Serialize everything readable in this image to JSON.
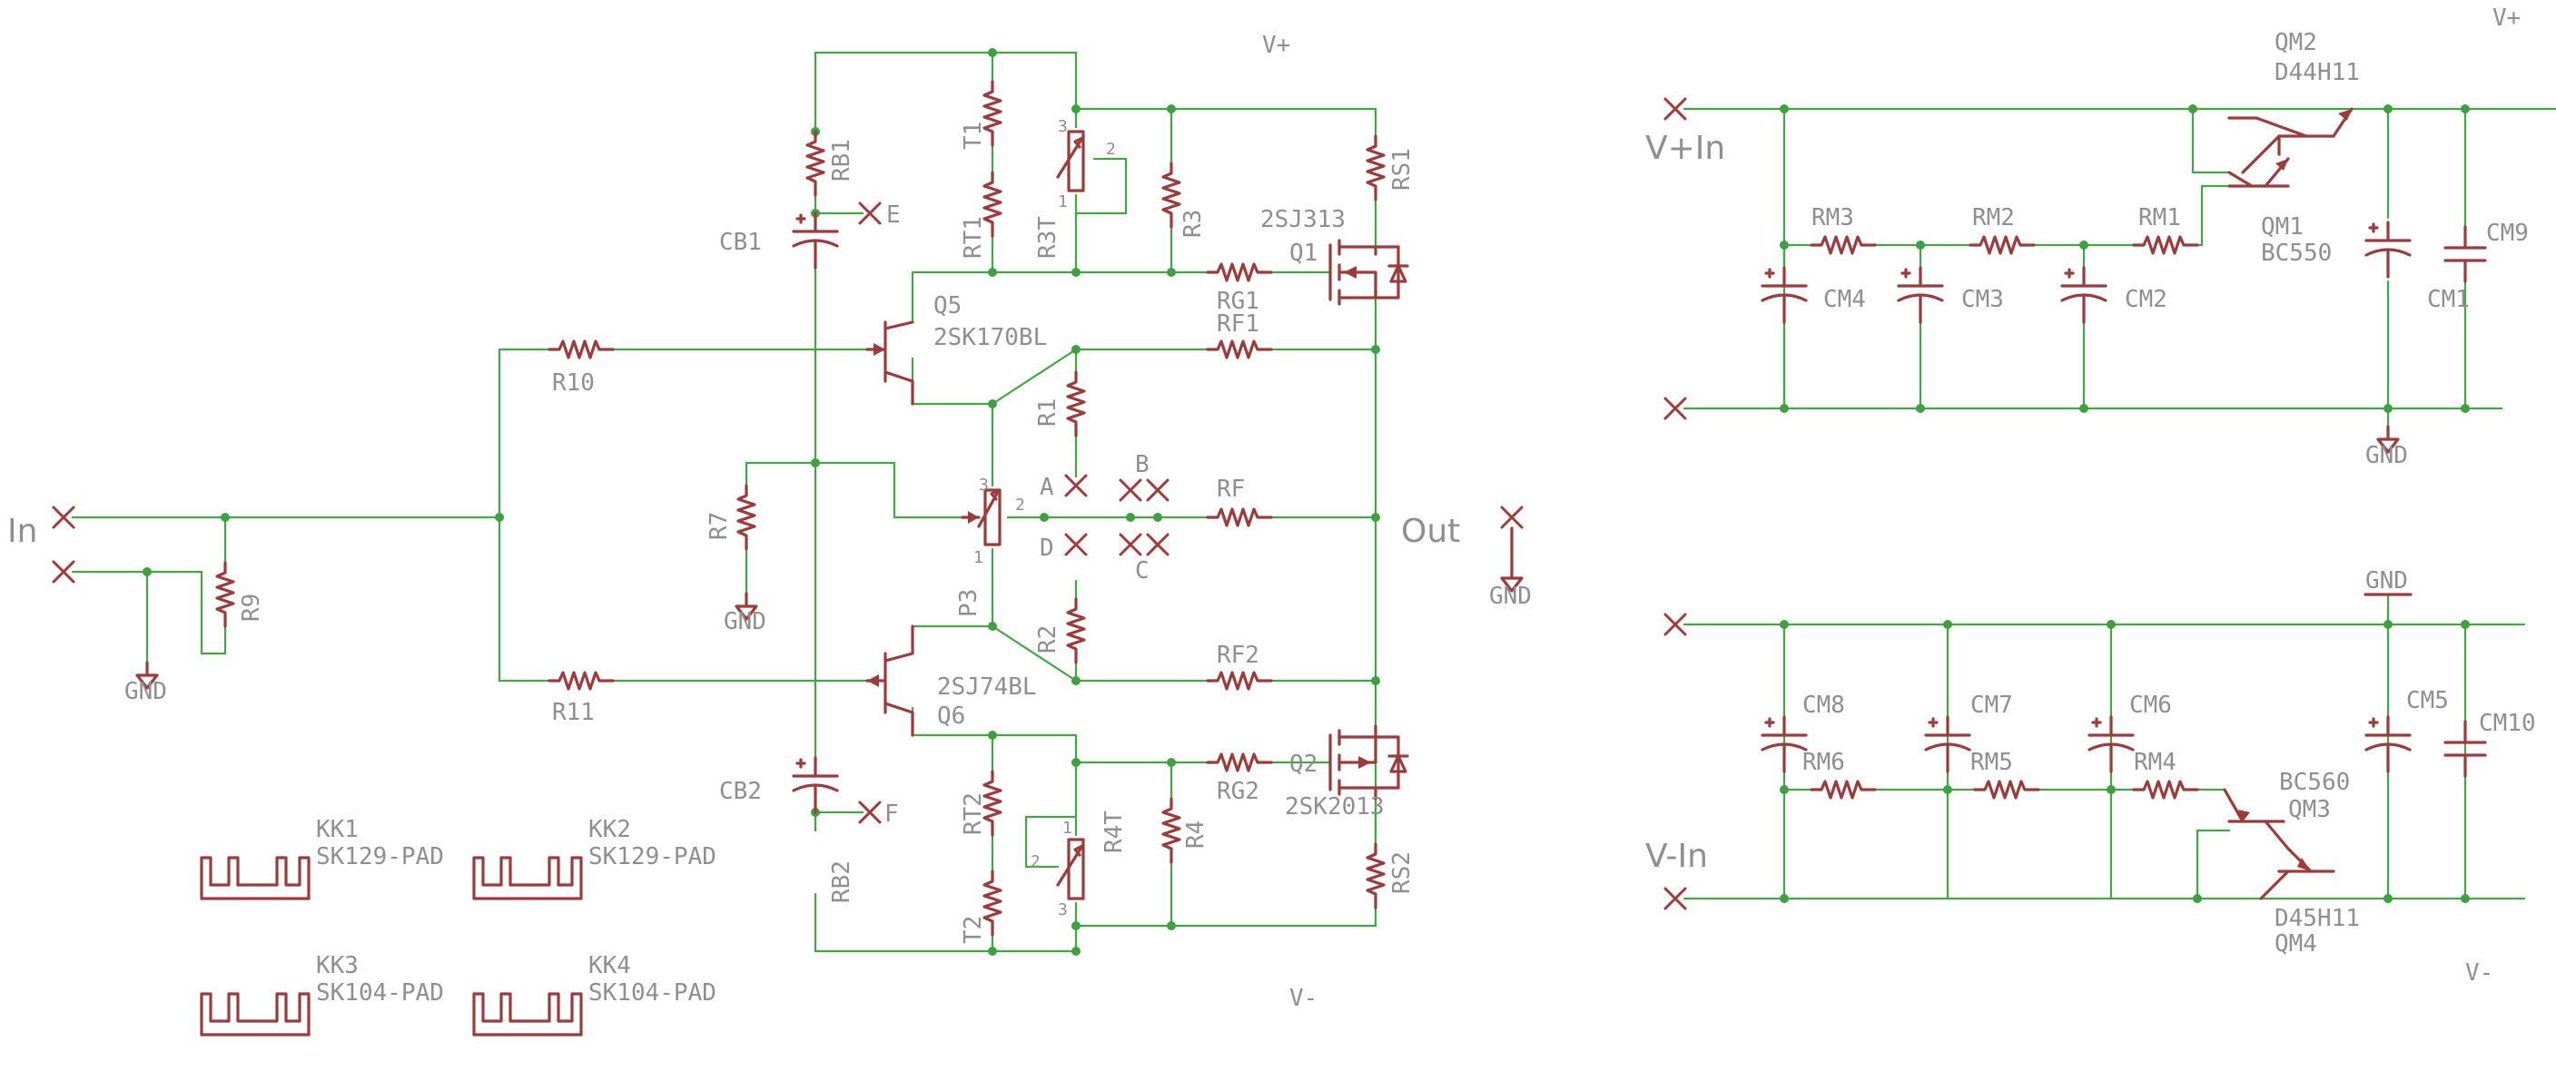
{
  "colors": {
    "wire": "#44a544",
    "part": "#9c3b3b",
    "label": "#8f8f8f",
    "background": "#ffffff"
  },
  "ports": {
    "in": "In",
    "out": "Out",
    "vplus_in": "V+In",
    "vminus_in": "V-In",
    "vplus_top": "V+",
    "vplus_right": "V+",
    "vminus_bottom": "V-",
    "vminus_right": "V-",
    "e": "E",
    "f": "F",
    "a": "A",
    "b": "B",
    "c": "C",
    "d": "D"
  },
  "gnd": {
    "label": "GND"
  },
  "components": {
    "rb1": "RB1",
    "rb2": "RB2",
    "cb1": "CB1",
    "cb2": "CB2",
    "t1": "T1",
    "rt1": "RT1",
    "r3t": "R3T",
    "t2": "T2",
    "rt2": "RT2",
    "r4t": "R4T",
    "r3": "R3",
    "r4": "R4",
    "rs1": "RS1",
    "rs2": "RS2",
    "rg1": "RG1",
    "rg2": "RG2",
    "rf1": "RF1",
    "rf": "RF",
    "rf2": "RF2",
    "r1": "R1",
    "r2": "R2",
    "r7": "R7",
    "r9": "R9",
    "r10": "R10",
    "r11": "R11",
    "p3": "P3",
    "q1": "Q1",
    "q1_part": "2SJ313",
    "q2": "Q2",
    "q2_part": "2SK2013",
    "q5": "Q5",
    "q5_part": "2SK170BL",
    "q6": "Q6",
    "q6_part": "2SJ74BL",
    "rm1": "RM1",
    "rm2": "RM2",
    "rm3": "RM3",
    "rm4": "RM4",
    "rm5": "RM5",
    "rm6": "RM6",
    "cm1": "CM1",
    "cm2": "CM2",
    "cm3": "CM3",
    "cm4": "CM4",
    "cm5": "CM5",
    "cm6": "CM6",
    "cm7": "CM7",
    "cm8": "CM8",
    "cm9": "CM9",
    "cm10": "CM10",
    "qm1": "QM1",
    "qm1_part": "BC550",
    "qm2": "QM2",
    "qm2_part": "D44H11",
    "qm3": "QM3",
    "qm3_part": "BC560",
    "qm4": "QM4",
    "qm4_part": "D45H11"
  },
  "pins": {
    "one": "1",
    "two": "2",
    "three": "3"
  },
  "heatsinks": [
    {
      "name": "KK1",
      "part": "SK129-PAD"
    },
    {
      "name": "KK2",
      "part": "SK129-PAD"
    },
    {
      "name": "KK3",
      "part": "SK104-PAD"
    },
    {
      "name": "KK4",
      "part": "SK104-PAD"
    }
  ]
}
